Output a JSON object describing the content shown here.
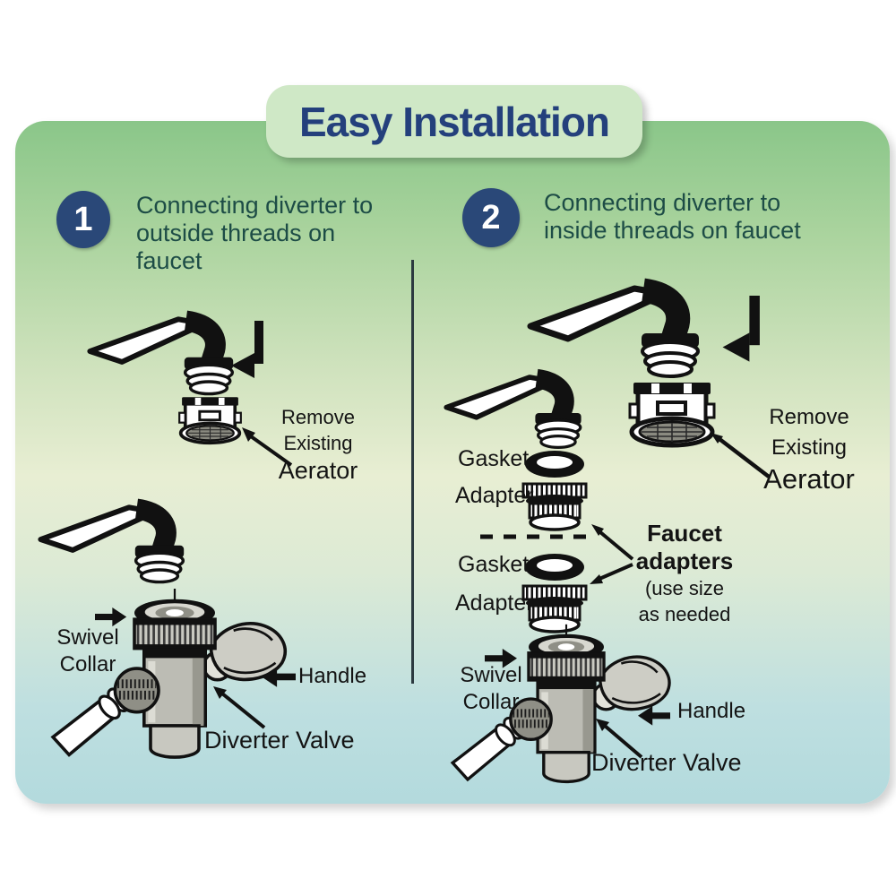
{
  "title": "Easy Installation",
  "steps": [
    {
      "number": "1",
      "heading": "Connecting diverter to outside threads on faucet",
      "labels": {
        "remove_l1": "Remove",
        "remove_l2": "Existing",
        "remove_l3": "Aerator",
        "swivel_l1": "Swivel",
        "swivel_l2": "Collar",
        "handle": "Handle",
        "diverter_valve": "Diverter Valve"
      }
    },
    {
      "number": "2",
      "heading": "Connecting diverter to inside threads on faucet",
      "labels": {
        "gasket_top": "Gasket",
        "adapter_top": "Adapter",
        "gasket_bottom": "Gasket",
        "adapter_bottom": "Adapter",
        "remove_l1": "Remove",
        "remove_l2": "Existing",
        "remove_l3": "Aerator",
        "faucet_adapters_l1": "Faucet",
        "faucet_adapters_l2": "adapters",
        "faucet_adapters_note1": "(use size",
        "faucet_adapters_note2": "as needed",
        "swivel_l1": "Swivel",
        "swivel_l2": "Collar",
        "handle": "Handle",
        "diverter_valve": "Diverter Valve"
      }
    }
  ],
  "colors": {
    "title_text": "#24407c",
    "badge_bg": "#2a4878",
    "heading_text": "#1d4c46",
    "banner_bg": "#cfe8c6",
    "panel_gradient_top": "#8ac689",
    "panel_gradient_mid": "#e8eed3",
    "panel_gradient_bottom": "#b3dadd",
    "label_text": "#141414",
    "line_art": "#111111"
  }
}
